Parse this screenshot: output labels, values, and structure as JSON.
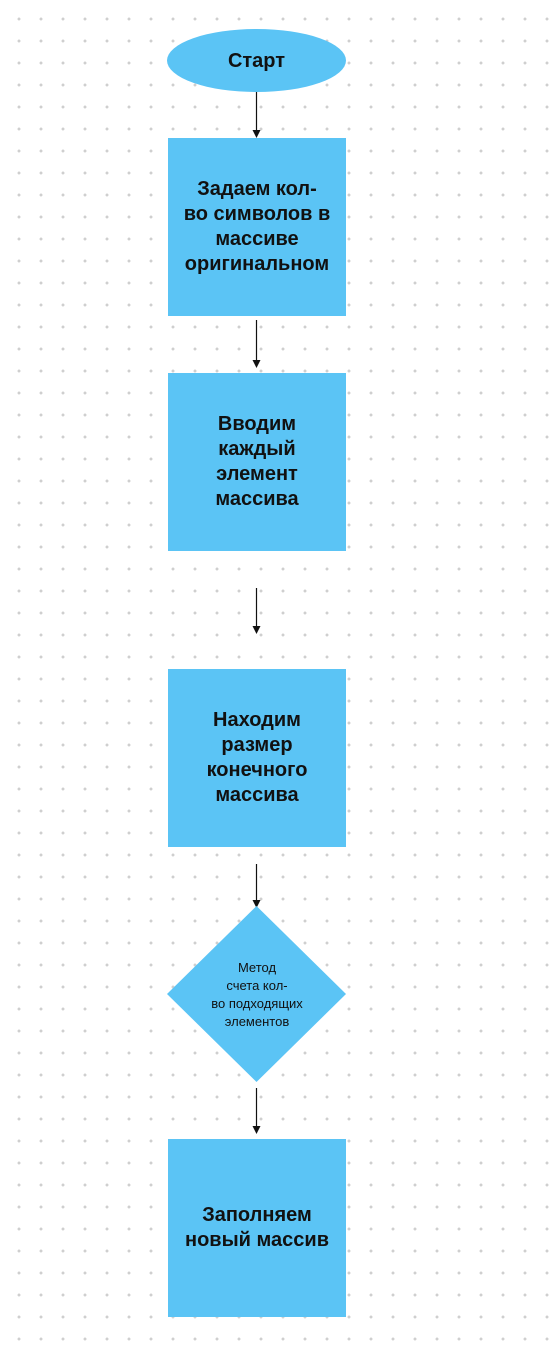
{
  "colors": {
    "shape_fill": "#5bc4f5",
    "text": "#111111",
    "connector": "#111111",
    "grid_dot": "#cfcfcf"
  },
  "flowchart": {
    "start": {
      "label": "Старт"
    },
    "steps": [
      {
        "label": "Задаем кол-\nво символов в\nмассиве\nоригинальном"
      },
      {
        "label": "Вводим\nкаждый\nэлемент\nмассива"
      },
      {
        "label": "Находим\nразмер\nконечного\nмассива"
      }
    ],
    "decision": {
      "label": "Метод\nсчета кол-\nво подходящих\nэлементов"
    },
    "end_step": {
      "label": "Заполняем\nновый массив"
    }
  }
}
